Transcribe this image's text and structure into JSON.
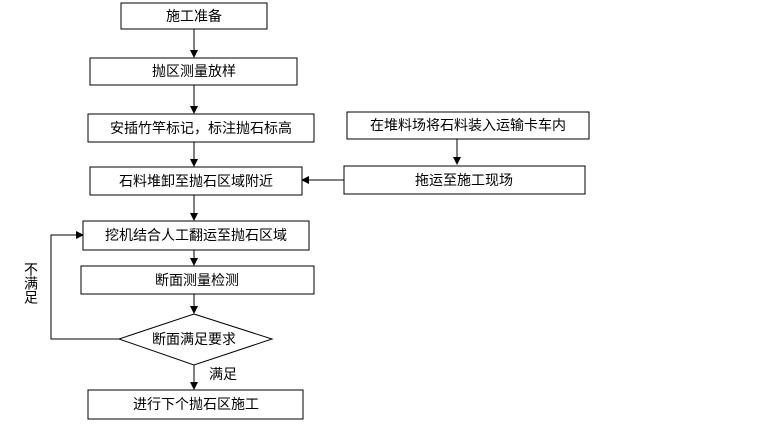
{
  "diagram": {
    "nodes": {
      "step1": "施工准备",
      "step2": "抛区测量放样",
      "step3": "安插竹竿标记，标注抛石标高",
      "side1": "在堆料场将石料装入运输卡车内",
      "side2": "拖运至施工现场",
      "step4": "石料堆卸至抛石区域附近",
      "step5": "挖机结合人工翻运至抛石区域",
      "step6": "断面测量检测",
      "decision": "断面满足要求",
      "step7": "进行下个抛石区施工"
    },
    "edges": {
      "no": "不满足",
      "yes": "满足"
    }
  }
}
